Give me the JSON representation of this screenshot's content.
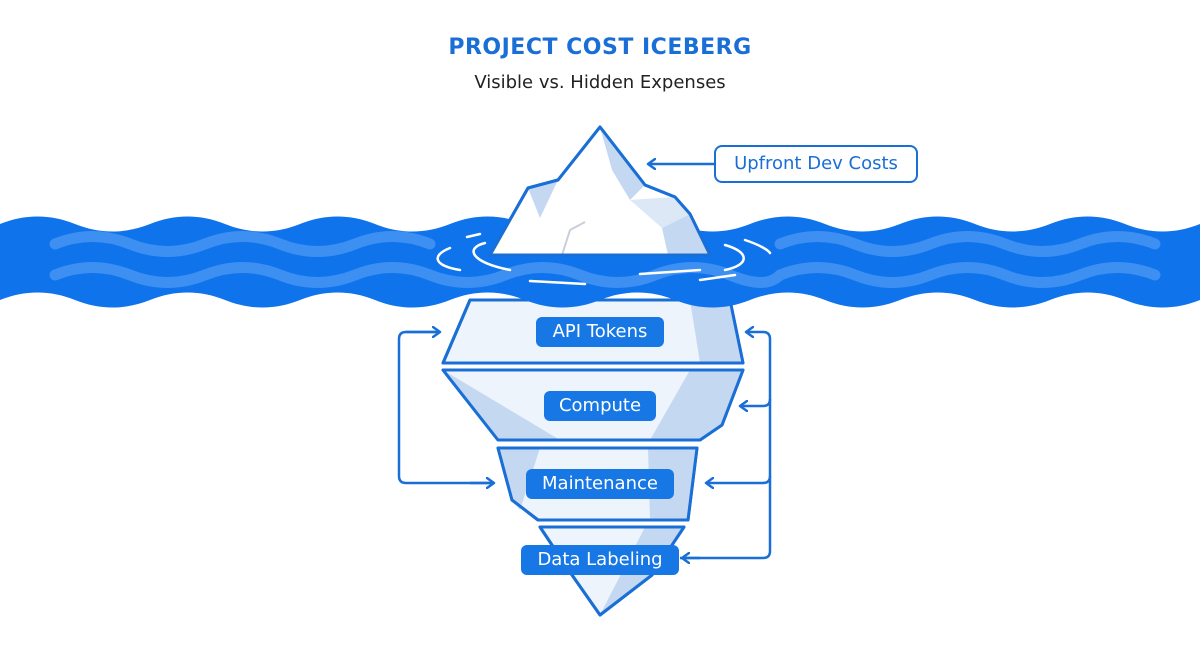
{
  "header": {
    "title": "PROJECT COST ICEBERG",
    "subtitle": "Visible vs. Hidden Expenses"
  },
  "visible_tip": {
    "label": "Upfront Dev Costs"
  },
  "hidden_layers": [
    {
      "label": "API Tokens"
    },
    {
      "label": "Compute"
    },
    {
      "label": "Maintenance"
    },
    {
      "label": "Data Labeling"
    }
  ],
  "colors": {
    "accent": "#1a6fd6",
    "water": "#0f73ec",
    "water_stripe": "#3d8ff2",
    "label_bg": "#1677e5",
    "ice_light": "#eef4fc",
    "ice_shadow": "#c5d8f2"
  }
}
